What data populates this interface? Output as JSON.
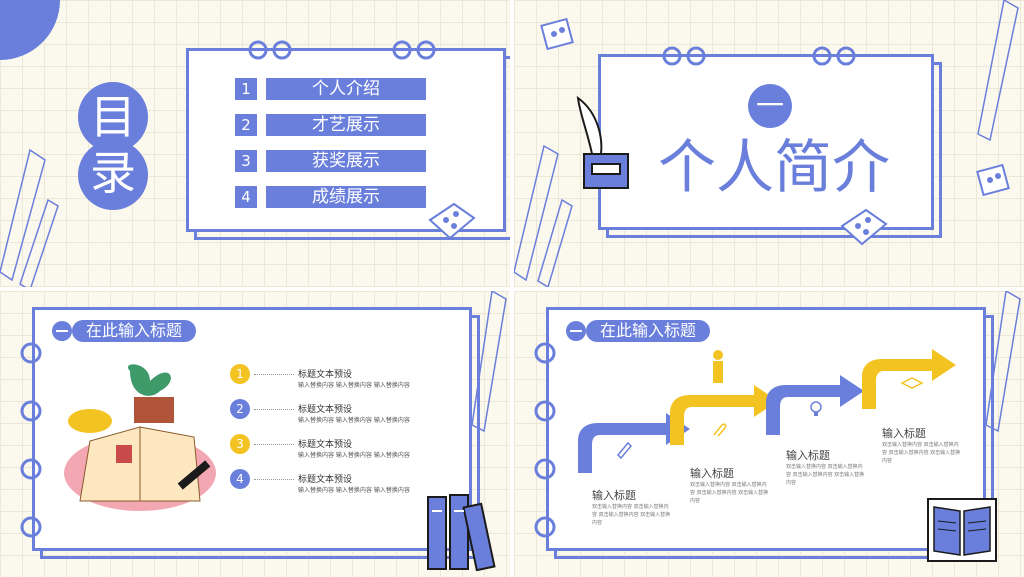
{
  "slide1": {
    "title_chars": [
      "目",
      "录"
    ],
    "toc": [
      {
        "num": "1",
        "label": "个人介绍"
      },
      {
        "num": "2",
        "label": "才艺展示"
      },
      {
        "num": "3",
        "label": "获奖展示"
      },
      {
        "num": "4",
        "label": "成绩展示"
      }
    ]
  },
  "slide2": {
    "number": "一",
    "title": "个人简介"
  },
  "slide3": {
    "heading": "在此输入标题",
    "items": [
      {
        "num": "1",
        "title": "标题文本预设",
        "desc": "输入替换内容 输入替换内容 输入替换内容",
        "color": "#f3c322"
      },
      {
        "num": "2",
        "title": "标题文本预设",
        "desc": "输入替换内容 输入替换内容 输入替换内容",
        "color": "#6a7fdb"
      },
      {
        "num": "3",
        "title": "标题文本预设",
        "desc": "输入替换内容 输入替换内容 输入替换内容",
        "color": "#f3c322"
      },
      {
        "num": "4",
        "title": "标题文本预设",
        "desc": "输入替换内容 输入替换内容 输入替换内容",
        "color": "#6a7fdb"
      }
    ]
  },
  "slide4": {
    "heading": "在此输入标题",
    "steps": [
      {
        "title": "输入标题",
        "desc": "双击输入替换内容 双击输入替换内容 双击输入替换内容 双击输入替换内容"
      },
      {
        "title": "输入标题",
        "desc": "双击输入替换内容 双击输入替换内容 双击输入替换内容 双击输入替换内容"
      },
      {
        "title": "输入标题",
        "desc": "双击输入替换内容 双击输入替换内容 双击输入替换内容 双击输入替换内容"
      },
      {
        "title": "输入标题",
        "desc": "双击输入替换内容 双击输入替换内容 双击输入替换内容 双击输入替换内容"
      }
    ]
  },
  "colors": {
    "accent": "#6a7fdb",
    "yellow": "#f3c322"
  }
}
